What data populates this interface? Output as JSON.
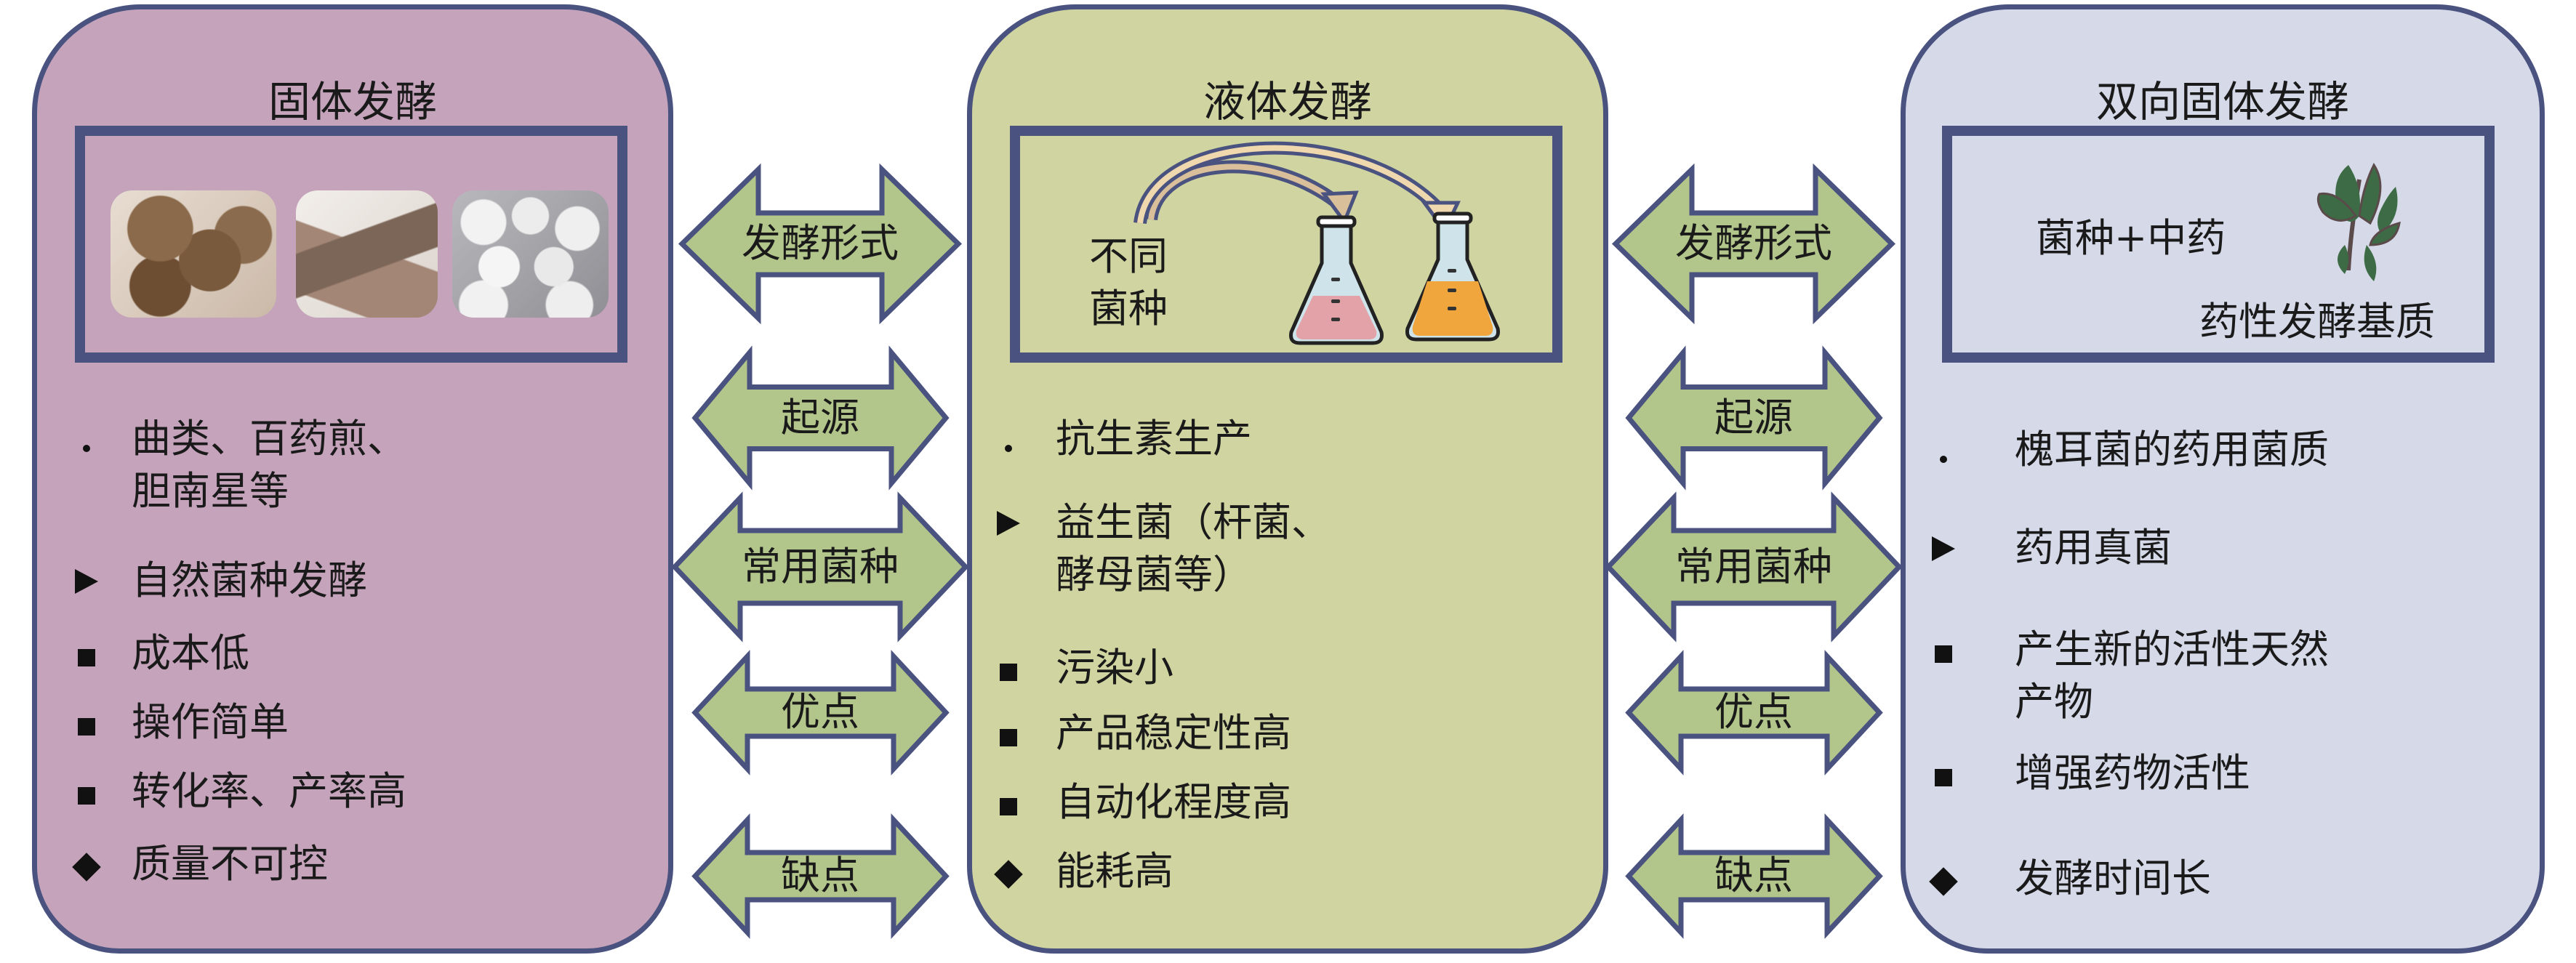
{
  "colors": {
    "border": "#4A5280",
    "solid_panel": "#C4A3BB",
    "liquid_panel": "#D0D4A0",
    "bidirectional_panel": "#D5D9E8",
    "arrow_fill": "#B2C58A",
    "text": "#1a1a1a"
  },
  "panels": {
    "solid": {
      "title": "固体发酵",
      "image_icons": [
        "herbal-ferment-cubes-image",
        "herbal-ferment-slabs-image",
        "herbal-ferment-pellets-image"
      ],
      "items": [
        {
          "bullet": "dot",
          "text": "曲类、百药煎、\n胆南星等"
        },
        {
          "bullet": "triangle",
          "text": "自然菌种发酵"
        },
        {
          "bullet": "square",
          "text": "成本低"
        },
        {
          "bullet": "square",
          "text": "操作简单"
        },
        {
          "bullet": "square",
          "text": "转化率、产率高"
        },
        {
          "bullet": "diamond",
          "text": "质量不可控"
        }
      ]
    },
    "liquid": {
      "title": "液体发酵",
      "inner_label": "不同\n菌种",
      "image_icons": [
        "curved-arrow-icon",
        "flask-pink-icon",
        "flask-orange-icon"
      ],
      "items": [
        {
          "bullet": "dot",
          "text": "抗生素生产"
        },
        {
          "bullet": "triangle",
          "text": "益生菌（杆菌、\n酵母菌等）"
        },
        {
          "bullet": "square",
          "text": "污染小"
        },
        {
          "bullet": "square",
          "text": "产品稳定性高"
        },
        {
          "bullet": "square",
          "text": "自动化程度高"
        },
        {
          "bullet": "diamond",
          "text": "能耗高"
        }
      ]
    },
    "bidirectional": {
      "title": "双向固体发酵",
      "inner_label": "菌种+中药",
      "inner_sublabel": "药性发酵基质",
      "image_icons": [
        "herb-plant-icon"
      ],
      "items": [
        {
          "bullet": "dot",
          "text": "槐耳菌的药用菌质"
        },
        {
          "bullet": "triangle",
          "text": "药用真菌"
        },
        {
          "bullet": "square",
          "text": "产生新的活性天然\n产物"
        },
        {
          "bullet": "square",
          "text": "增强药物活性"
        },
        {
          "bullet": "diamond",
          "text": "发酵时间长"
        }
      ]
    }
  },
  "connectors": [
    "发酵形式",
    "起源",
    "常用菌种",
    "优点",
    "缺点"
  ]
}
